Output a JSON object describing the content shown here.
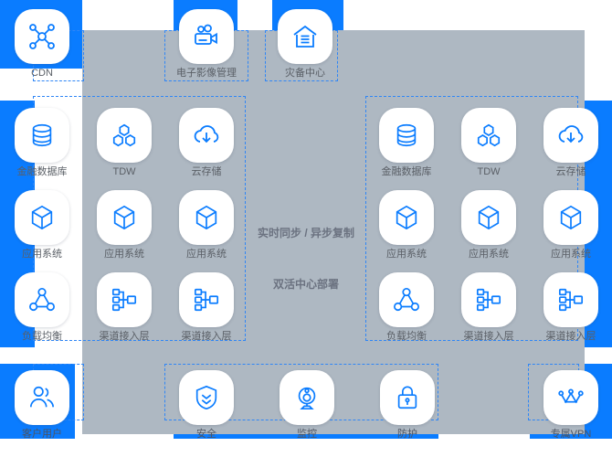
{
  "theme": {
    "accent_blue": "#0a7cff",
    "panel_grey": "#aeb8c2",
    "tile_white": "#ffffff",
    "caption_grey": "#5a5f66",
    "dash_blue": "#2f86f6"
  },
  "center_labels": {
    "line1": "实时同步 / 异步复制",
    "line2": "双活中心部署"
  },
  "top_row": [
    {
      "id": "cdn",
      "label": "CDN",
      "icon": "cdn-network-icon"
    },
    {
      "id": "eimg",
      "label": "电子影像管理",
      "icon": "video-camera-icon"
    },
    {
      "id": "drc",
      "label": "灾备中心",
      "icon": "archive-house-icon"
    }
  ],
  "left_zone": {
    "rows": [
      [
        {
          "id": "l-db",
          "label": "金融数据库",
          "icon": "database-icon"
        },
        {
          "id": "l-tdw",
          "label": "TDW",
          "icon": "hexagon-cluster-icon"
        },
        {
          "id": "l-cos",
          "label": "云存储",
          "icon": "cloud-download-icon"
        }
      ],
      [
        {
          "id": "l-app1",
          "label": "应用系统",
          "icon": "cube-icon"
        },
        {
          "id": "l-app2",
          "label": "应用系统",
          "icon": "cube-icon"
        },
        {
          "id": "l-app3",
          "label": "应用系统",
          "icon": "cube-icon"
        }
      ],
      [
        {
          "id": "l-clb",
          "label": "负载均衡",
          "icon": "load-balancer-icon"
        },
        {
          "id": "l-ch1",
          "label": "渠道接入层",
          "icon": "tree-nodes-icon"
        },
        {
          "id": "l-ch2",
          "label": "渠道接入层",
          "icon": "tree-nodes-icon"
        }
      ]
    ]
  },
  "right_zone": {
    "rows": [
      [
        {
          "id": "r-db",
          "label": "金融数据库",
          "icon": "database-icon"
        },
        {
          "id": "r-tdw",
          "label": "TDW",
          "icon": "hexagon-cluster-icon"
        },
        {
          "id": "r-cos",
          "label": "云存储",
          "icon": "cloud-download-icon"
        }
      ],
      [
        {
          "id": "r-app1",
          "label": "应用系统",
          "icon": "cube-icon"
        },
        {
          "id": "r-app2",
          "label": "应用系统",
          "icon": "cube-icon"
        },
        {
          "id": "r-app3",
          "label": "应用系统",
          "icon": "cube-icon"
        }
      ],
      [
        {
          "id": "r-clb",
          "label": "负载均衡",
          "icon": "load-balancer-icon"
        },
        {
          "id": "r-ch1",
          "label": "渠道接入层",
          "icon": "tree-nodes-icon"
        },
        {
          "id": "r-ch2",
          "label": "渠道接入层",
          "icon": "tree-nodes-icon"
        }
      ]
    ]
  },
  "bottom_row": [
    {
      "id": "b-user",
      "label": "客户用户",
      "icon": "users-icon"
    },
    {
      "id": "b-sec",
      "label": "安全",
      "icon": "shield-icon"
    },
    {
      "id": "b-mon",
      "label": "监控",
      "icon": "camera-monitor-icon"
    },
    {
      "id": "b-prot",
      "label": "防护",
      "icon": "lock-icon"
    },
    {
      "id": "b-vpn",
      "label": "专属VPN",
      "icon": "crown-vpn-icon"
    }
  ]
}
